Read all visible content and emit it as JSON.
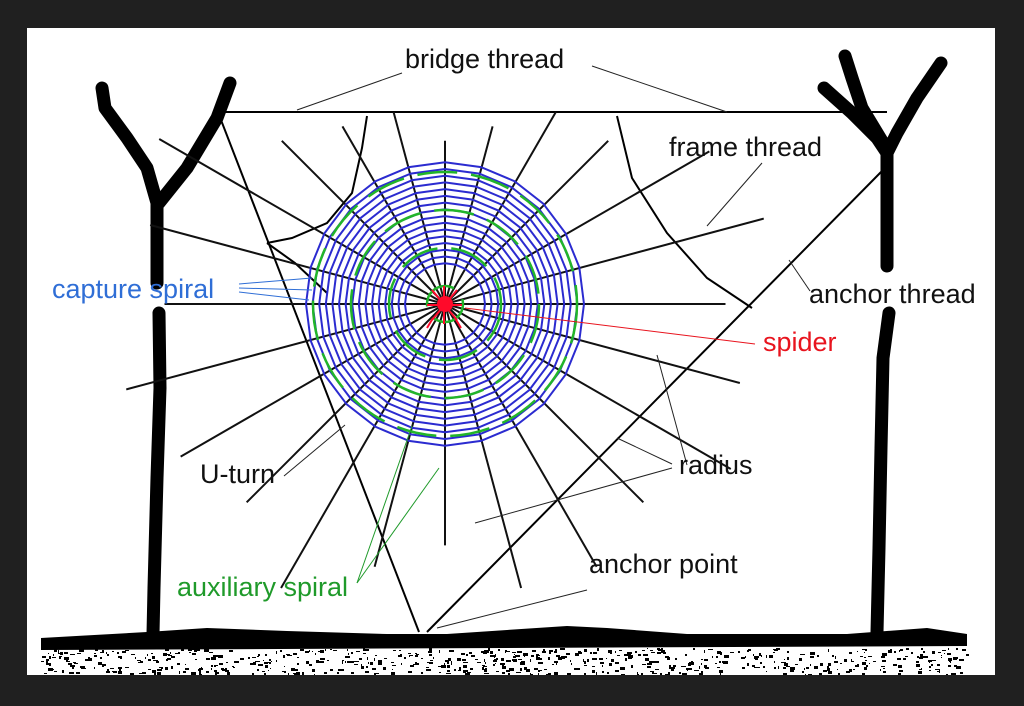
{
  "diagram": {
    "title": "Orb spider web anatomy",
    "labels": {
      "bridge_thread": "bridge thread",
      "frame_thread": "frame thread",
      "anchor_thread": "anchor thread",
      "capture_spiral": "capture spiral",
      "spider": "spider",
      "u_turn": "U-turn",
      "radius": "radius",
      "auxiliary_spiral": "auxiliary spiral",
      "anchor_point": "anchor point"
    },
    "colors": {
      "background_frame": "#202020",
      "canvas": "#ffffff",
      "thread": "#111111",
      "capture_spiral": "#2b2bd0",
      "auxiliary_spiral": "#22b52a",
      "spider": "#ff0a2a",
      "capture_label": "#2f6ed6",
      "spider_label": "#e8141e",
      "auxiliary_label": "#1f9a2a"
    },
    "web": {
      "radii_count": 24,
      "capture_spiral_turns": 16,
      "auxiliary_spiral_turns": 4
    }
  }
}
